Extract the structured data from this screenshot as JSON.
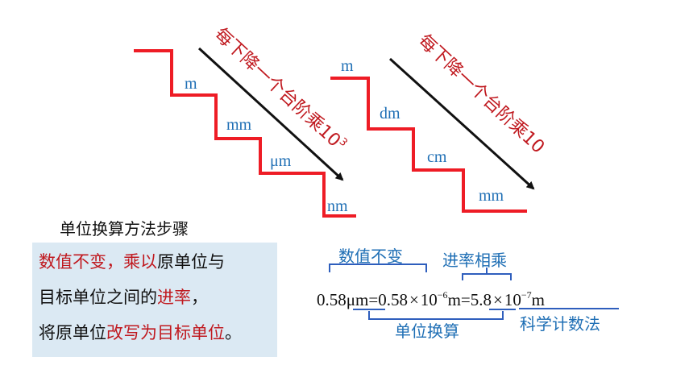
{
  "stair1": {
    "units": [
      "m",
      "mm",
      "μm",
      "nm"
    ],
    "arrow_label_main": "每下降一个台阶乘10",
    "arrow_label_exp": "3"
  },
  "stair2": {
    "units": [
      "m",
      "dm",
      "cm",
      "mm"
    ],
    "arrow_label": "每下降一个台阶乘10"
  },
  "method": {
    "title": "单位换算方法步骤",
    "line1_red": "数值不变，乘以",
    "line1_black": "原单位与",
    "line2_black": "目标单位之间的",
    "line2_red": "进率",
    "line2_tail": "，",
    "line3_black": "将原单位",
    "line3_red": "改写为目标单位",
    "line3_tail": "。"
  },
  "formula": {
    "value1": "0.58",
    "unit1": "μm",
    "eq1": "=",
    "value2": "0.58",
    "times1": "×",
    "base1": "10",
    "exp1": "−6",
    "unit2": "m",
    "eq2": "=",
    "value3": "5.8",
    "times2": "×",
    "base2": "10",
    "exp2": "−7",
    "unit3": "m"
  },
  "annotations": {
    "constant_value": "数值不变",
    "rate_multiply": "进率相乘",
    "unit_conversion": "单位换算",
    "scientific_notation": "科学计数法"
  },
  "colors": {
    "stair": "#ee1c25",
    "unit_text": "#1f6fb5",
    "arrow_label": "#c0191f",
    "annotation": "#1f6fb5",
    "bracket": "#2e5ebd",
    "method_box": "#dbe9f3"
  }
}
